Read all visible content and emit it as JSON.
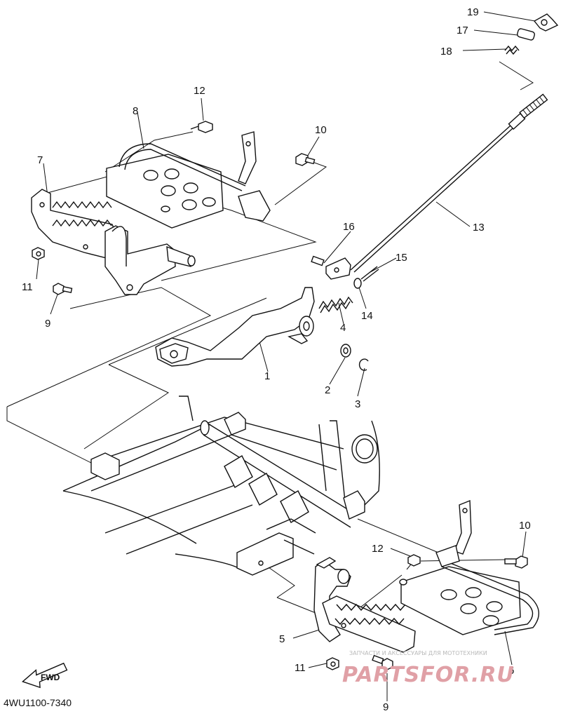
{
  "part_numbers": {
    "p1": "1",
    "p2": "2",
    "p3": "3",
    "p4": "4",
    "p5": "5",
    "p6": "6",
    "p7": "7",
    "p8": "8",
    "p9_left": "9",
    "p9_bottom": "9",
    "p10_top": "10",
    "p10_right": "10",
    "p11_left": "11",
    "p11_bottom": "11",
    "p12_top": "12",
    "p12_right": "12",
    "p13": "13",
    "p14": "14",
    "p15": "15",
    "p16": "16",
    "p17": "17",
    "p18": "18",
    "p19": "19"
  },
  "diagram_code": "4WU1100-7340",
  "fwd_badge": "FWD",
  "watermark": {
    "subtitle": "ЗАПЧАСТИ И АКСЕССУАРЫ ДЛЯ МОТОТЕХНИКИ",
    "brand": "PARTSFOR.RU"
  },
  "colors": {
    "line": "#111111",
    "background": "#ffffff",
    "watermark": "#e0a0a6"
  }
}
